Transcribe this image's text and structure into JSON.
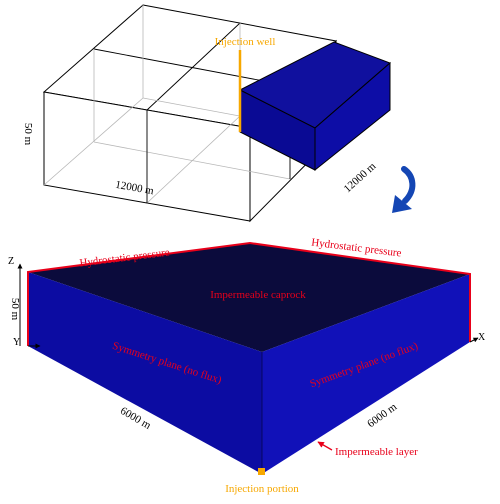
{
  "top_model": {
    "well_label": "Injection well",
    "height_label": "50 m",
    "length_x_label": "12000 m",
    "length_y_label": "12000 m"
  },
  "bottom_model": {
    "top_bc_left": "Hydrostatic pressure",
    "top_bc_right": "Hydrostatic pressure",
    "caprock_label": "Impermeable caprock",
    "sym_left": "Symmetry plane (no flux)",
    "sym_right": "Symmetry plane (no flux)",
    "height_label": "50 m",
    "length_left_label": "6000 m",
    "length_right_label": "6000 m",
    "bottom_layer_label": "Impermeable layer",
    "injection_label": "Injection portion",
    "axis_z": "Z",
    "axis_y": "Y",
    "axis_x": "X"
  },
  "colors": {
    "navy_top": "#0b0b3c",
    "blue_face_left": "#0c0ca2",
    "blue_face_right": "#1010b8",
    "blue_block_top": "#10109e",
    "blue_block_front": "#0a0a94",
    "red_label": "#e8001a",
    "orange": "#f7a800",
    "arrow_blue": "#1446b4"
  }
}
